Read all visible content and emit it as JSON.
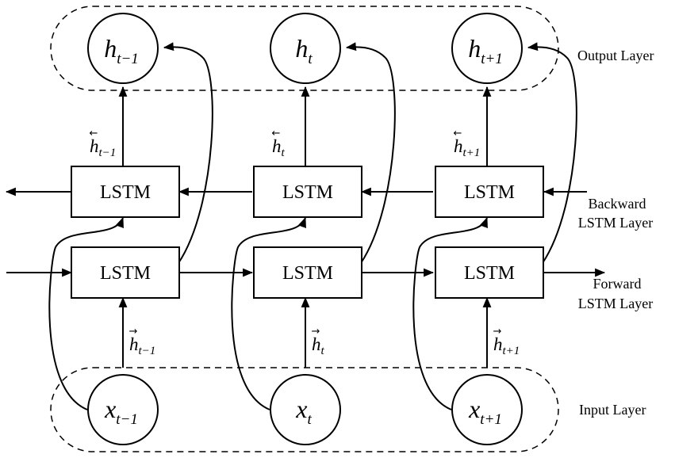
{
  "layers": {
    "output": "Output Layer",
    "backward_line1": "Backward",
    "backward_line2": "LSTM Layer",
    "forward_line1": "Forward",
    "forward_line2": "LSTM Layer",
    "input": "Input Layer"
  },
  "cells": [
    {
      "output": {
        "base": "h",
        "sub": "t−1"
      },
      "backward_state": {
        "base": "h",
        "sub": "t−1",
        "arrow": "←"
      },
      "backward_box": "LSTM",
      "forward_box": "LSTM",
      "forward_state": {
        "base": "h",
        "sub": "t−1",
        "arrow": "→"
      },
      "input": {
        "base": "x",
        "sub": "t−1"
      }
    },
    {
      "output": {
        "base": "h",
        "sub": "t"
      },
      "backward_state": {
        "base": "h",
        "sub": "t",
        "arrow": "←"
      },
      "backward_box": "LSTM",
      "forward_box": "LSTM",
      "forward_state": {
        "base": "h",
        "sub": "t",
        "arrow": "→"
      },
      "input": {
        "base": "x",
        "sub": "t"
      }
    },
    {
      "output": {
        "base": "h",
        "sub": "t+1"
      },
      "backward_state": {
        "base": "h",
        "sub": "t+1",
        "arrow": "←"
      },
      "backward_box": "LSTM",
      "forward_box": "LSTM",
      "forward_state": {
        "base": "h",
        "sub": "t+1",
        "arrow": "→"
      },
      "input": {
        "base": "x",
        "sub": "t+1"
      }
    }
  ]
}
